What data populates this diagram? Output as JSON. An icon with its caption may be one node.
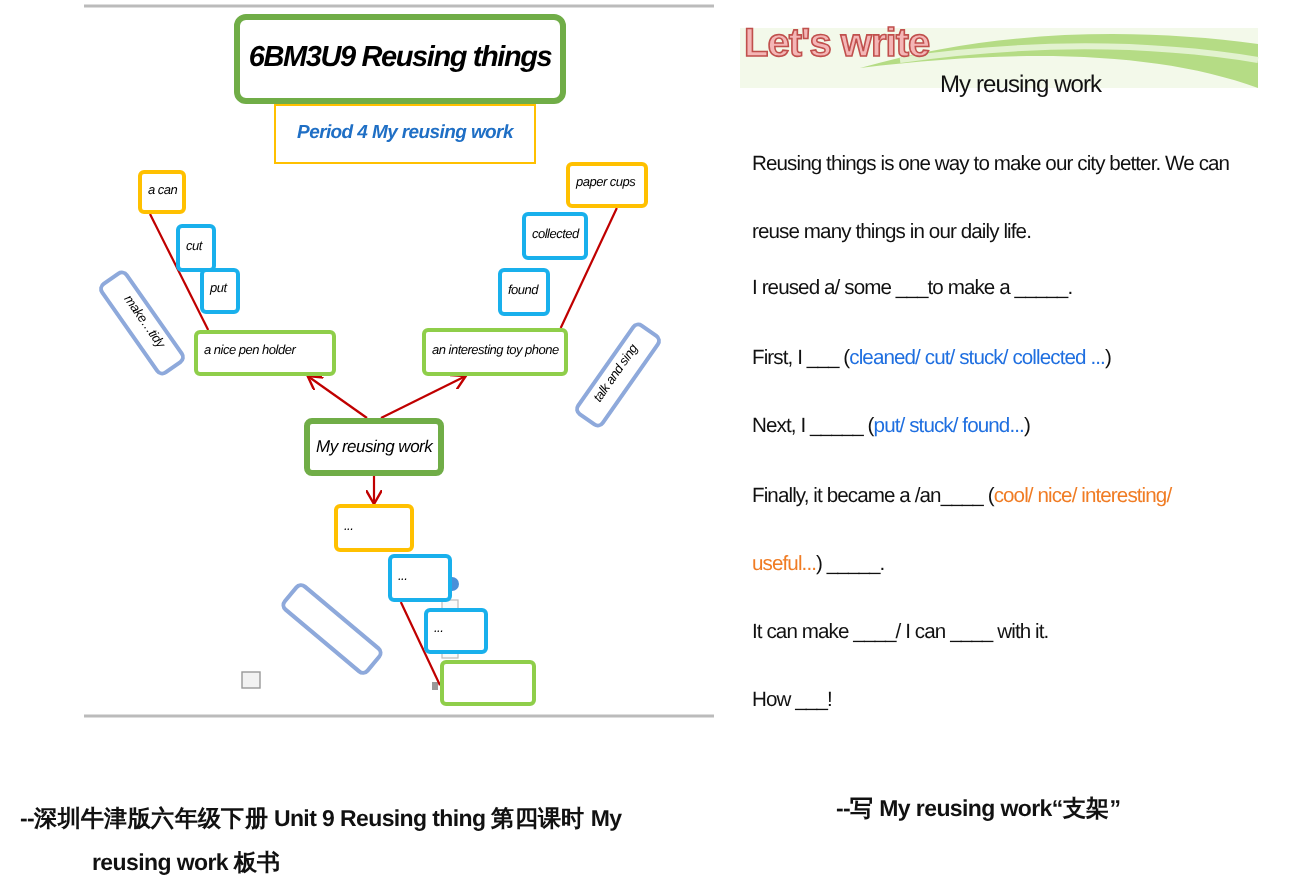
{
  "diagram": {
    "nodes": [
      {
        "text": [
          "6BM3U9 Reusing things"
        ]
      },
      {
        "text": [
          "Period 4 My reusing work"
        ]
      },
      {
        "text": [
          "a can"
        ]
      },
      {
        "text": [
          "cut"
        ]
      },
      {
        "text": [
          "put"
        ]
      },
      {
        "text": [
          "make…tidy"
        ]
      },
      {
        "text": [
          "a nice pen holder"
        ]
      },
      {
        "text": [
          "paper cups"
        ]
      },
      {
        "text": [
          "collected"
        ]
      },
      {
        "text": [
          "found"
        ]
      },
      {
        "text": [
          "an interesting toy phone"
        ]
      },
      {
        "text": [
          "talk and sing"
        ]
      },
      {
        "text": [
          "My reusing work"
        ]
      },
      {
        "text": [
          "..."
        ]
      },
      {
        "text": [
          "..."
        ]
      },
      {
        "text": [],
        "shape": "box"
      },
      {
        "text": [
          "..."
        ]
      },
      {
        "text": [],
        "shape": "box"
      }
    ],
    "edges": [
      {
        "from": 12,
        "to": 6,
        "arrow": "to"
      },
      {
        "from": 12,
        "to": 10,
        "arrow": "to"
      },
      {
        "from": 12,
        "to": 13,
        "arrow": "to"
      },
      {
        "from": 2,
        "to": 6,
        "arrow": "none"
      },
      {
        "from": 7,
        "to": 10,
        "arrow": "none"
      },
      {
        "from": 14,
        "to": 17,
        "arrow": "none"
      }
    ],
    "labels": [
      "Let's write",
      "My reusing work",
      "Reusing things is one way to make our city better. We can reuse many things in our daily life.",
      "I reused a/ some ___to make a _____.",
      "First, I ___ (",
      "cleaned/ cut/ stuck/ collected ...",
      ")",
      "Next, I _____ (",
      "put/ stuck/ found...",
      ")",
      "Finally, it became a /an____ (",
      "cool/ nice/ interesting/",
      "useful...",
      ") _____.",
      "It can make ____/ I can ____ with it.",
      "How ___!",
      "--深圳牛津版六年级下册 Unit 9 Reusing thing 第四课时 My reusing work 板书",
      "--写 My reusing work“支架”"
    ]
  }
}
